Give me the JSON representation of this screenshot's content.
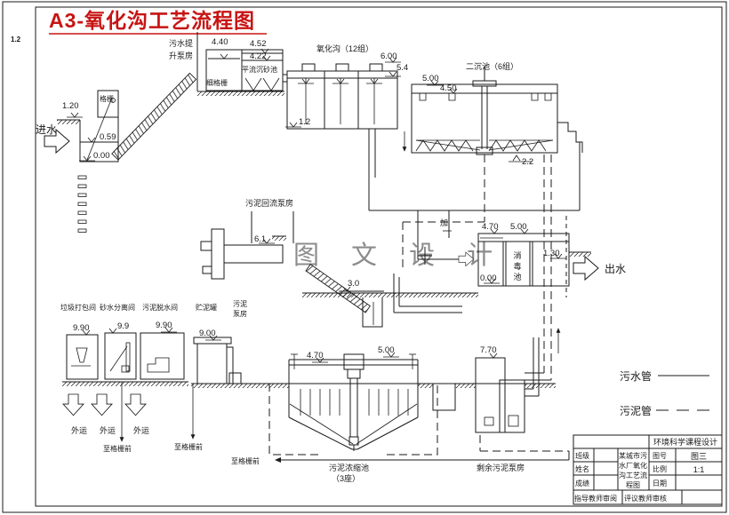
{
  "page": {
    "corner_mark": "1.2",
    "title": "A3-氧化沟工艺流程图",
    "watermark": "图 文 设 计",
    "title_color": "#c81414"
  },
  "flow": {
    "influent": "进水",
    "effluent": "出水"
  },
  "units": {
    "coarse_screen": "格栅",
    "fine_screen": "细格栅",
    "lift_pump_line1": "污水提",
    "lift_pump_line2": "升泵房",
    "grit_chamber": "平流沉砂池",
    "oxidation_ditch": "氧化沟（12组）",
    "secondary_clarifier": "二沉池（6组）",
    "sludge_return_pump": "污泥回流泵房",
    "chlorine_dosing": "加",
    "disinfection_char1": "消",
    "disinfection_char2": "毒",
    "disinfection_char3": "池",
    "garbage_packing": "垃圾打包间",
    "sand_water_separation": "砂水分离间",
    "sludge_dewatering": "污泥脱水间",
    "sludge_storage": "贮泥罐",
    "sludge_pump_line1": "污泥",
    "sludge_pump_line2": "泵房",
    "thickener_line1": "污泥浓缩池",
    "thickener_line2": "（3座）",
    "surplus_sludge_pump": "剩余污泥泵房"
  },
  "annotations": {
    "outward1": "外运",
    "outward2": "外运",
    "outward3": "外运",
    "to_screen1": "至格栅前",
    "to_screen2": "至格栅前",
    "to_screen3": "至格栅前"
  },
  "elevations": {
    "influent": "1.20",
    "screen_mid": "0.59",
    "screen_bottom": "0.00",
    "wet_well": "4.40",
    "grit_top": "4.52",
    "grit_water": "4.22",
    "ox_top": "6.00",
    "ox_water": "5.4",
    "ox_bottom": "1.2",
    "clar_top": "5.00",
    "clar_water": "4.50",
    "clar_bottom": "2.2",
    "dewater_machine": "6.1",
    "screw_water": "3.0",
    "dis_left": "4.70",
    "dis_water": "5.00",
    "dis_outlet": "1.30",
    "dis_bottom": "0.00",
    "garbage": "9.90",
    "sand": "9.9",
    "dewater": "9.90",
    "storage": "9.00",
    "thick_left": "4.70",
    "thick_water": "5.00",
    "surplus": "7.70"
  },
  "legend": {
    "sewage_pipe": "污水管",
    "sludge_pipe": "污泥管"
  },
  "titleblock": {
    "course": "环境科学课程设计",
    "class_label": "班级",
    "name_label": "姓名",
    "grade_label": "成绩",
    "project_line1": "某城市污",
    "project_line2": "水厂氧化",
    "project_line3": "沟工艺流",
    "project_line4": "程图",
    "figno_label": "图号",
    "figno": "图三",
    "scale_label": "比例",
    "scale": "1:1",
    "date_label": "日期",
    "advisor": "指导教师审阅",
    "reviewer": "评议教师审核"
  }
}
